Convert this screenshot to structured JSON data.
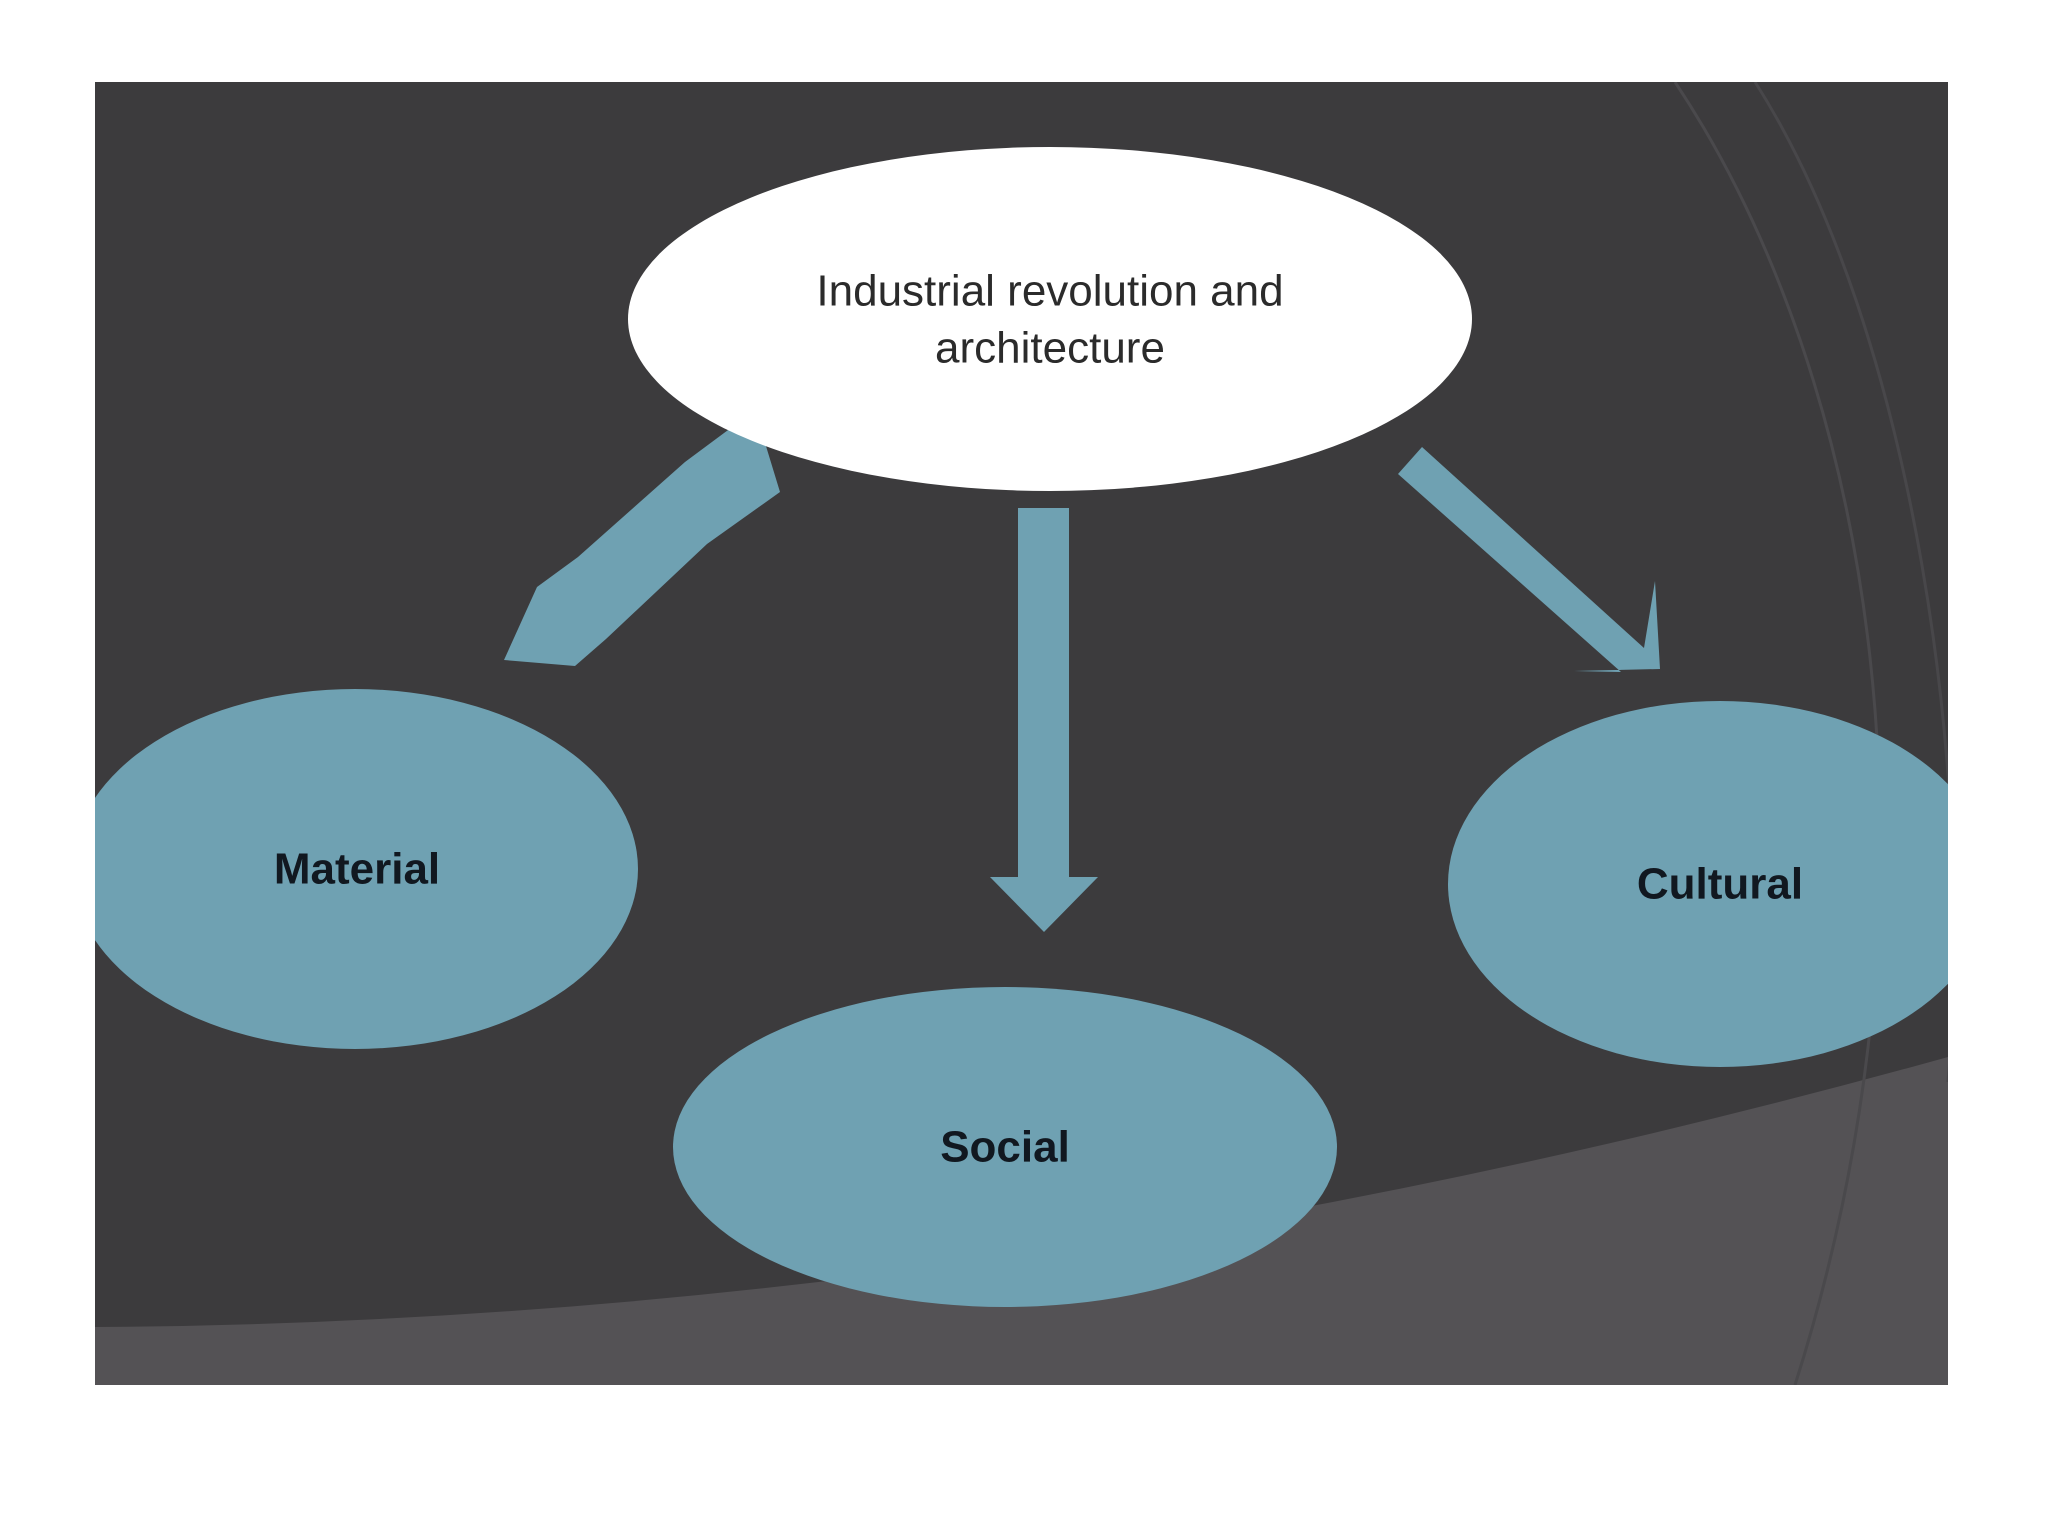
{
  "diagram": {
    "root": {
      "label_line1": "Industrial revolution and",
      "label_line2": "architecture"
    },
    "children": [
      {
        "label": "Material"
      },
      {
        "label": "Social"
      },
      {
        "label": "Cultural"
      }
    ]
  },
  "colors": {
    "slide_background": "#3c3b3d",
    "lower_band": "#545255",
    "arc_line": "#4a494c",
    "root_fill": "#ffffff",
    "child_fill": "#6fa1b2",
    "arrow_fill": "#6fa1b2",
    "page_background": "#ffffff"
  }
}
